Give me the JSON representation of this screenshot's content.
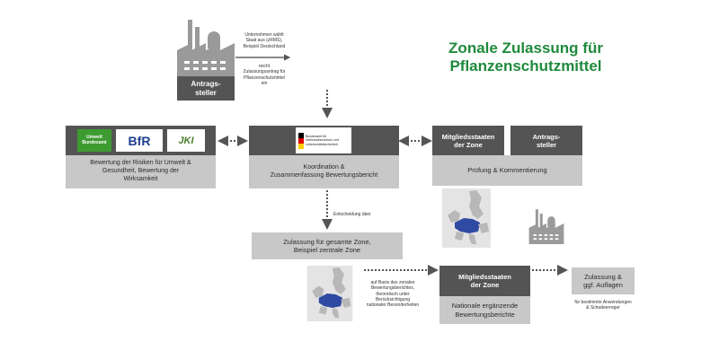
{
  "title": "Zonale Zulassung für\nPflanzenschutzmittel",
  "applicant": {
    "label": "Antrags-\nsteller",
    "note_top": "Unternehmen wählt\nStaat aus (zRMS),\nBeispiel Deutschland",
    "note_bottom": "reicht\nZulassungsantrag für\nPflanzenschutzmittel\nein"
  },
  "agencies": {
    "logos": [
      "Umwelt\nBundesamt",
      "BfR",
      "JKI"
    ],
    "text": "Bewertung der Risiken für Umwelt &\nGesundheit, Bewertung der\nWirksamkeit"
  },
  "bvl": {
    "logo_text": "Bundesamt für\nVerbraucherschutz und\nLebensmittelsicherheit",
    "text": "Koordination &\nZusammenfassung Bewertungsbericht"
  },
  "zone_review": {
    "member_states": "Mitgliedsstaaten\nder Zone",
    "applicant": "Antrags-\nsteller",
    "text": "Prüfung & Kommentierung"
  },
  "decision_note": "Entscheidung über",
  "zone_approval": "Zulassung für gesamte Zone,\nBeispiel zentrale Zone",
  "basis_note": "auf Basis des zonalen\nBewertungsberichtes,\ntheoretisch unter\nBerücksichtigung\nnationaler Besonderheiten",
  "national": {
    "member_states": "Mitgliedsstaaten\nder Zone",
    "text": "Nationale ergänzende\nBewertungsberichte"
  },
  "final": {
    "text": "Zulassung &\nggf. Auflagen",
    "note": "für bestimmte Anwendungen\n& Schadeerreger"
  },
  "colors": {
    "dark_box": "#545454",
    "light_box": "#c8c8c8",
    "title": "#1f8a3c",
    "eu_highlight": "#2f4aa3"
  }
}
